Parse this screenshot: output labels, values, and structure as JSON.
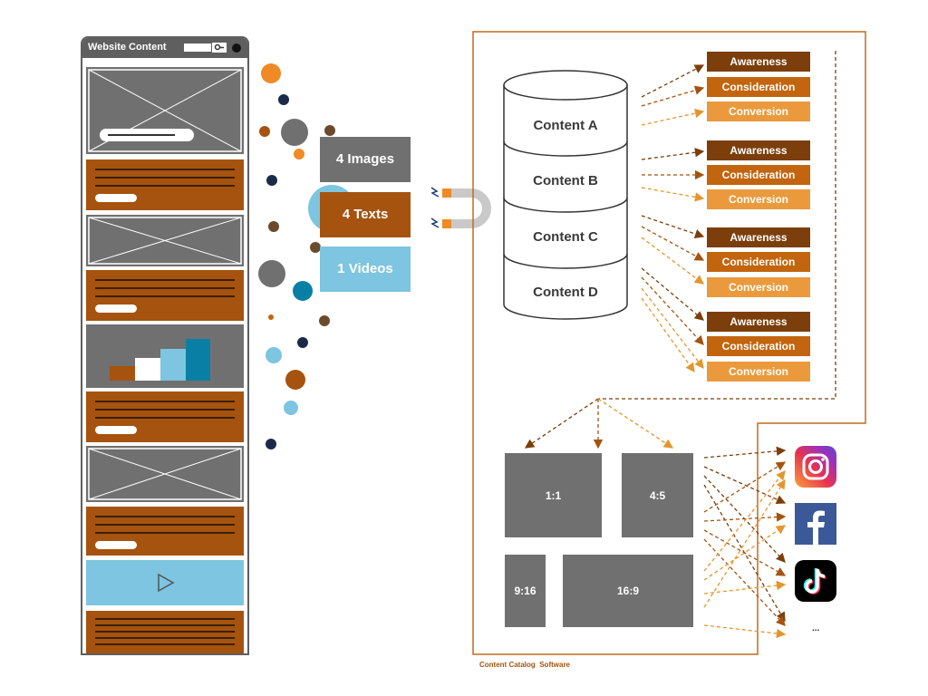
{
  "website": {
    "title": "Website Content"
  },
  "asset_counts": {
    "images": "4 Images",
    "texts": "4 Texts",
    "videos": "1 Videos"
  },
  "database": {
    "items": [
      "Content A",
      "Content B",
      "Content C",
      "Content D"
    ]
  },
  "funnel_stages": {
    "awareness": "Awareness",
    "consideration": "Consideration",
    "conversion": "Conversion"
  },
  "formats": {
    "square": "1:1",
    "portrait": "4:5",
    "vertical": "9:16",
    "wide": "16:9"
  },
  "channels": {
    "icons": [
      "instagram-icon",
      "facebook-icon",
      "tiktok-icon"
    ],
    "more": "..."
  },
  "footer": {
    "label": "Content Catalog  Software"
  },
  "colors": {
    "brown": "#a5530f",
    "dark_brown": "#7c3e0b",
    "orange": "#ea9a3d",
    "grey": "#707070",
    "light_blue": "#7dc5e0",
    "teal": "#0a7fa6",
    "frame": "#c26a1e"
  }
}
